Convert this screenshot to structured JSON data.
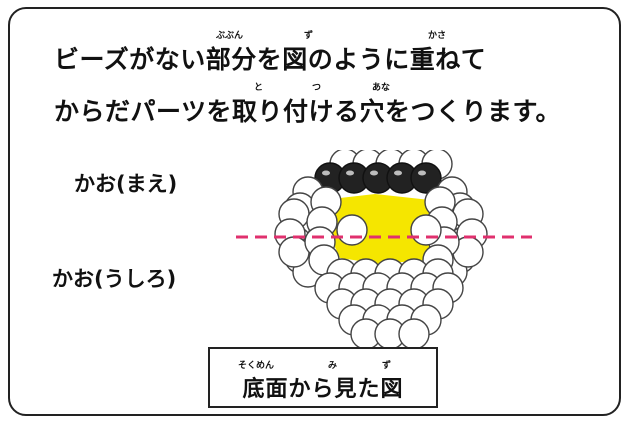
{
  "instructions": {
    "line1": "ビーズがない部分を図のように重ねて",
    "line2": "からだパーツを取り付ける穴をつくります。",
    "furigana_line1": [
      "ぶぶん",
      "ず",
      "かさ"
    ],
    "furigana_line2": [
      "と",
      "つ",
      "あな"
    ]
  },
  "labels": {
    "front": "かお(まえ)",
    "back": "かお(うしろ)"
  },
  "caption": {
    "text": "底面から見た図",
    "furigana": [
      "そくめん",
      "み",
      "ず"
    ]
  },
  "colors": {
    "border": "#222222",
    "bead_fill": "#ffffff",
    "bead_stroke": "#444444",
    "black_bead": "#222222",
    "hole": "#f5e600",
    "dashed_line": "#e0306e"
  }
}
